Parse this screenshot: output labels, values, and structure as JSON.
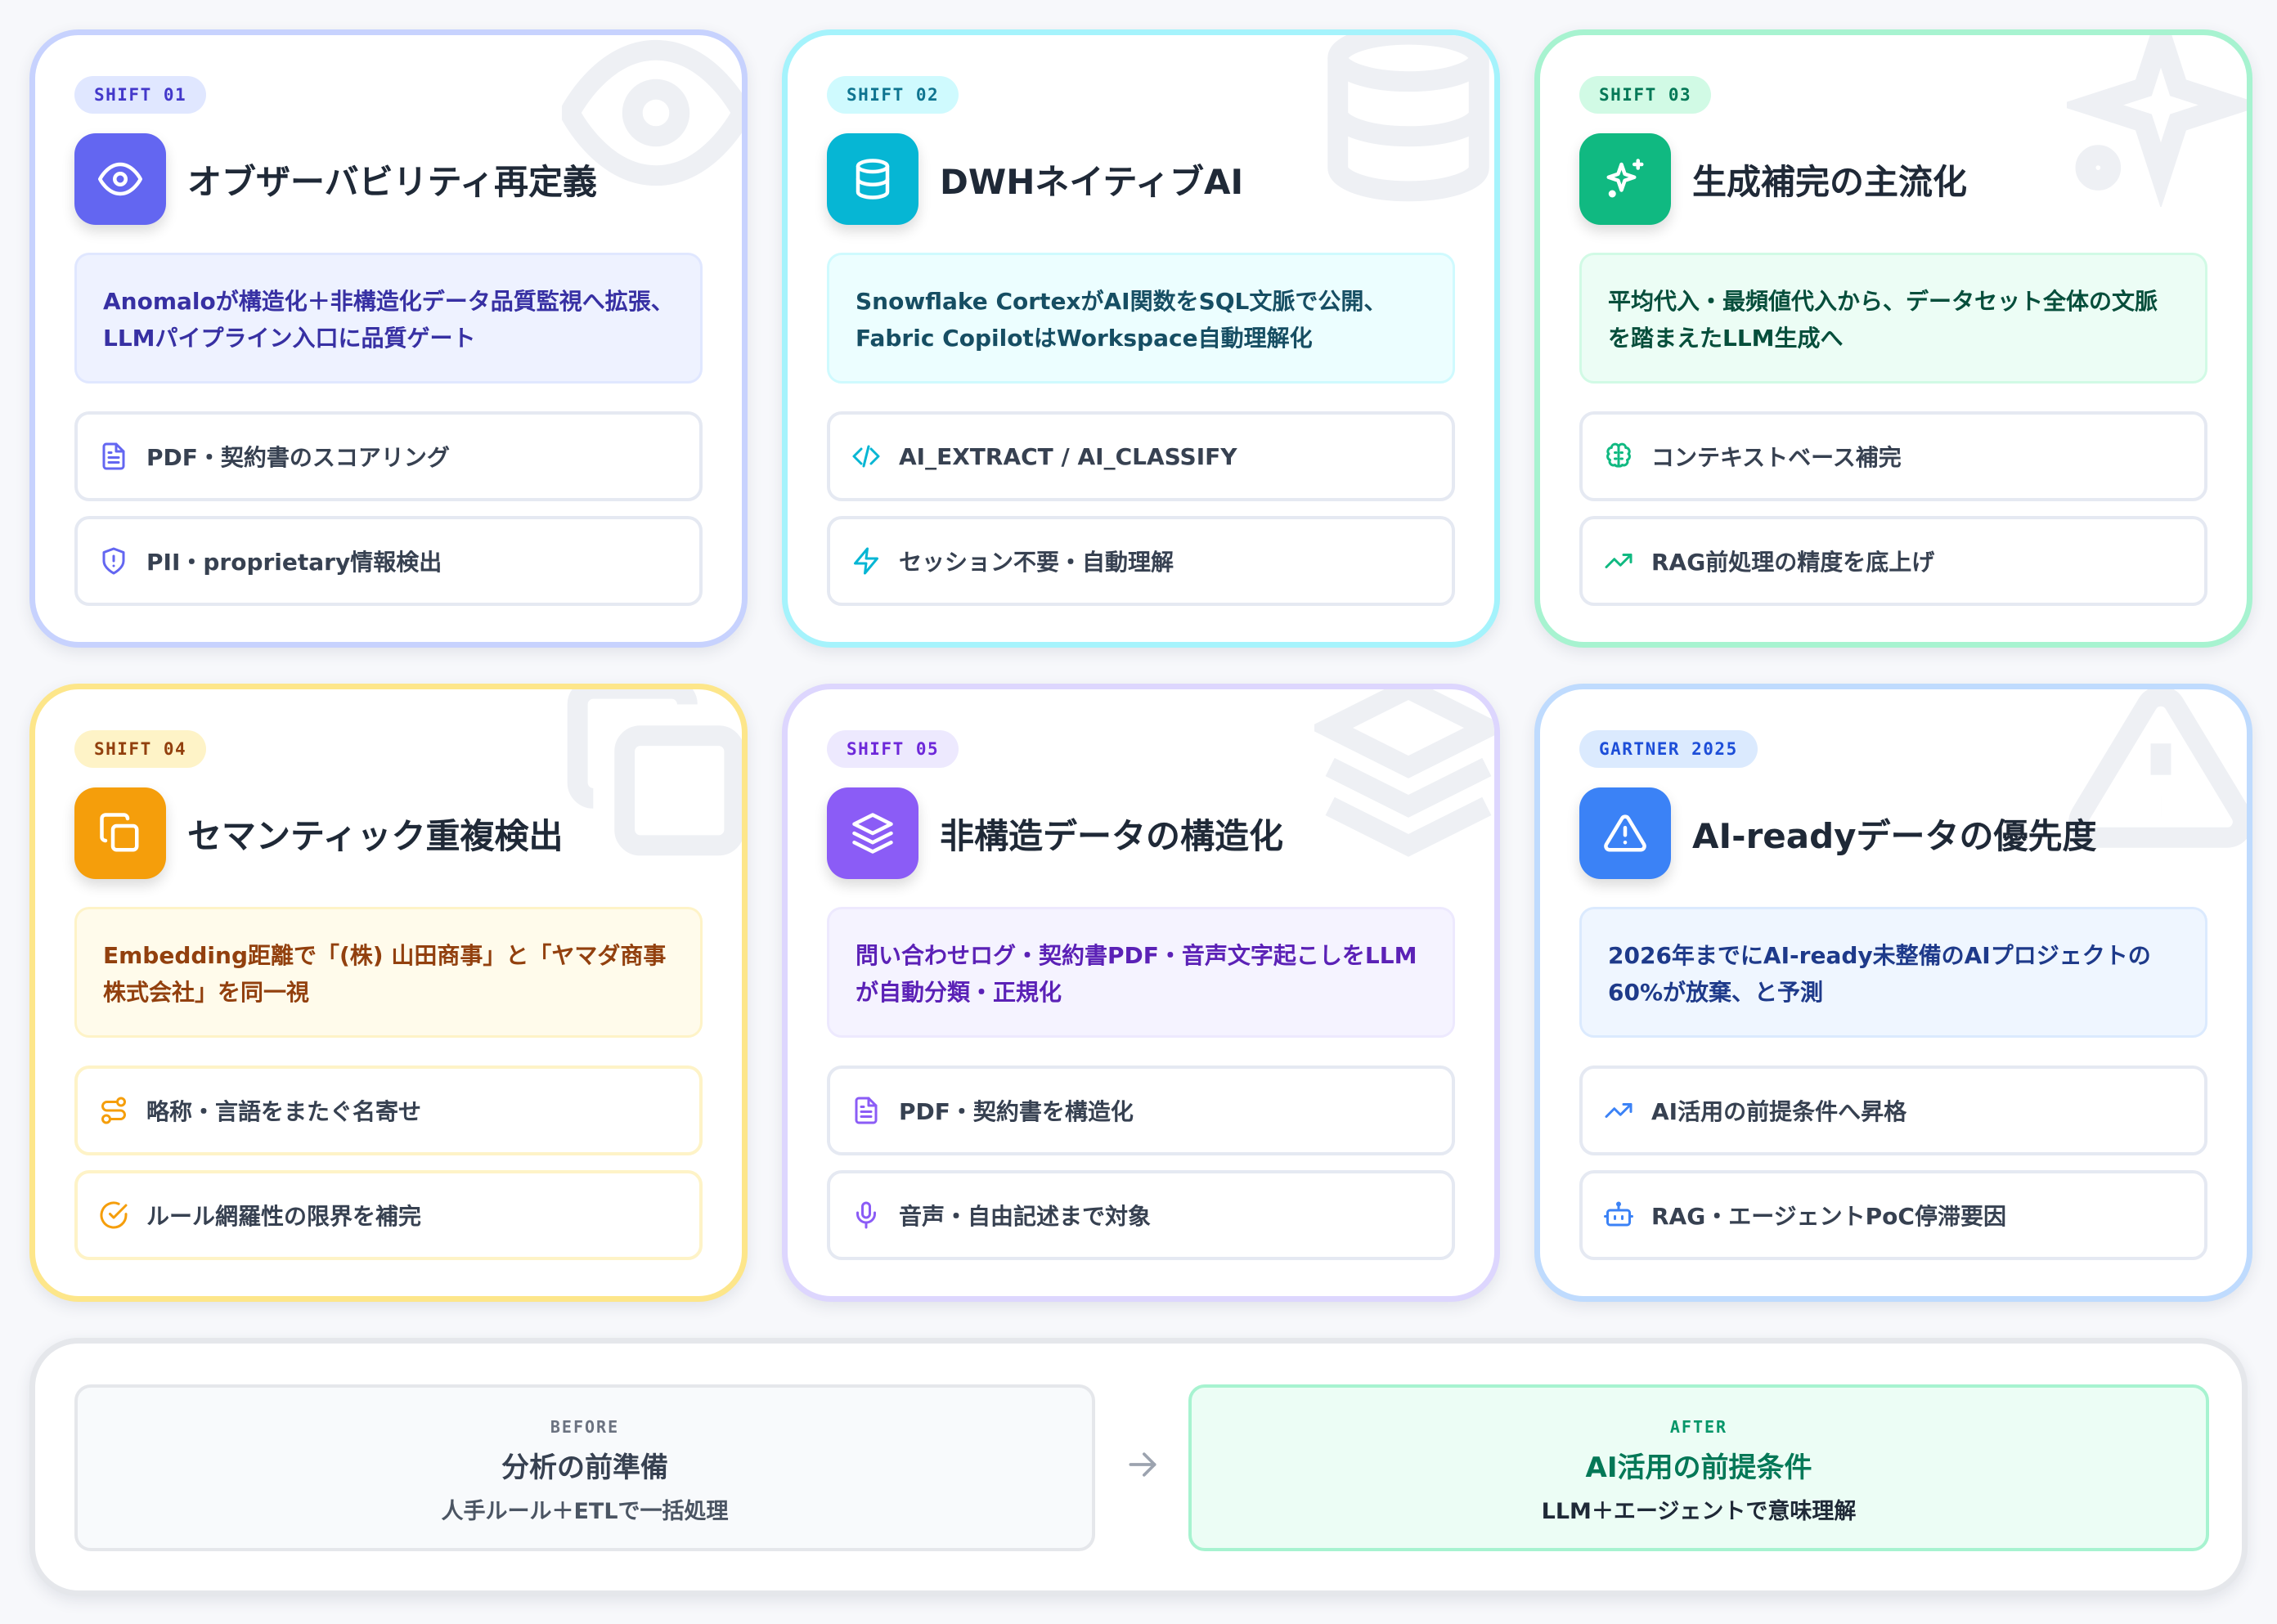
{
  "cards": [
    {
      "tag": "SHIFT 01",
      "title": "オブザーバビリティ再定義",
      "desc": "Anomaloが構造化＋非構造化データ品質監視へ拡張、LLMパイプライン入口に品質ゲート",
      "items": [
        "PDF・契約書のスコアリング",
        "PII・proprietary情報検出"
      ],
      "icon": "eye-icon",
      "item_icons": [
        "file-icon",
        "shield-alert-icon"
      ],
      "colors": {
        "accent": "#6366f1",
        "tag_bg": "#e0e7ff",
        "tag_fg": "#4338ca",
        "desc_bg": "#eef2ff",
        "desc_fg": "#3730a3",
        "desc_border": "#e0e7ff"
      }
    },
    {
      "tag": "SHIFT 02",
      "title": "DWHネイティブAI",
      "desc": "Snowflake CortexがAI関数をSQL文脈で公開、Fabric CopilotはWorkspace自動理解化",
      "items": [
        "AI_EXTRACT / AI_CLASSIFY",
        "セッション不要・自動理解"
      ],
      "icon": "database-icon",
      "item_icons": [
        "code-icon",
        "lightning-icon"
      ],
      "colors": {
        "accent": "#06b6d4",
        "tag_bg": "#cffafe",
        "tag_fg": "#0e7490",
        "desc_bg": "#ecfeff",
        "desc_fg": "#164e63",
        "desc_border": "#cffafe"
      }
    },
    {
      "tag": "SHIFT 03",
      "title": "生成補完の主流化",
      "desc": "平均代入・最頻値代入から、データセット全体の文脈を踏まえたLLM生成へ",
      "items": [
        "コンテキストベース補完",
        "RAG前処理の精度を底上げ"
      ],
      "icon": "sparkles-icon",
      "item_icons": [
        "brain-icon",
        "trending-up-icon"
      ],
      "colors": {
        "accent": "#10b981",
        "tag_bg": "#d1fae5",
        "tag_fg": "#047857",
        "desc_bg": "#ecfdf5",
        "desc_fg": "#064e3b",
        "desc_border": "#d1fae5"
      }
    },
    {
      "tag": "SHIFT 04",
      "title": "セマンティック重複検出",
      "desc": "Embedding距離で「(株) 山田商事」と「ヤマダ商事株式会社」を同一視",
      "items": [
        "略称・言語をまたぐ名寄せ",
        "ルール網羅性の限界を補完"
      ],
      "icon": "copy-icon",
      "item_icons": [
        "route-icon",
        "check-circle-icon"
      ],
      "colors": {
        "accent": "#f59e0b",
        "tag_bg": "#fef3c7",
        "tag_fg": "#92400e",
        "desc_bg": "#fffbeb",
        "desc_fg": "#92400e",
        "desc_border": "#fef3c7"
      }
    },
    {
      "tag": "SHIFT 05",
      "title": "非構造データの構造化",
      "desc": "問い合わせログ・契約書PDF・音声文字起こしをLLMが自動分類・正規化",
      "items": [
        "PDF・契約書を構造化",
        "音声・自由記述まで対象"
      ],
      "icon": "layers-icon",
      "item_icons": [
        "file-icon",
        "mic-icon"
      ],
      "colors": {
        "accent": "#8b5cf6",
        "tag_bg": "#ede9fe",
        "tag_fg": "#6d28d9",
        "desc_bg": "#f5f3ff",
        "desc_fg": "#5b21b6",
        "desc_border": "#ede9fe"
      }
    },
    {
      "tag": "GARTNER 2025",
      "title": "AI-readyデータの優先度",
      "desc": "2026年までにAI-ready未整備のAIプロジェクトの60%が放棄、と予測",
      "items": [
        "AI活用の前提条件へ昇格",
        "RAG・エージェントPoC停滞要因"
      ],
      "icon": "alert-triangle-icon",
      "item_icons": [
        "trending-up-icon",
        "bot-icon"
      ],
      "colors": {
        "accent": "#3b82f6",
        "tag_bg": "#dbeafe",
        "tag_fg": "#1d4ed8",
        "desc_bg": "#eff6ff",
        "desc_fg": "#1e3a8a",
        "desc_border": "#dbeafe"
      }
    }
  ],
  "compare": {
    "before": {
      "label": "BEFORE",
      "title": "分析の前準備",
      "sub": "人手ルール＋ETLで一括処理"
    },
    "after": {
      "label": "AFTER",
      "title": "AI活用の前提条件",
      "sub": "LLM＋エージェントで意味理解"
    }
  }
}
